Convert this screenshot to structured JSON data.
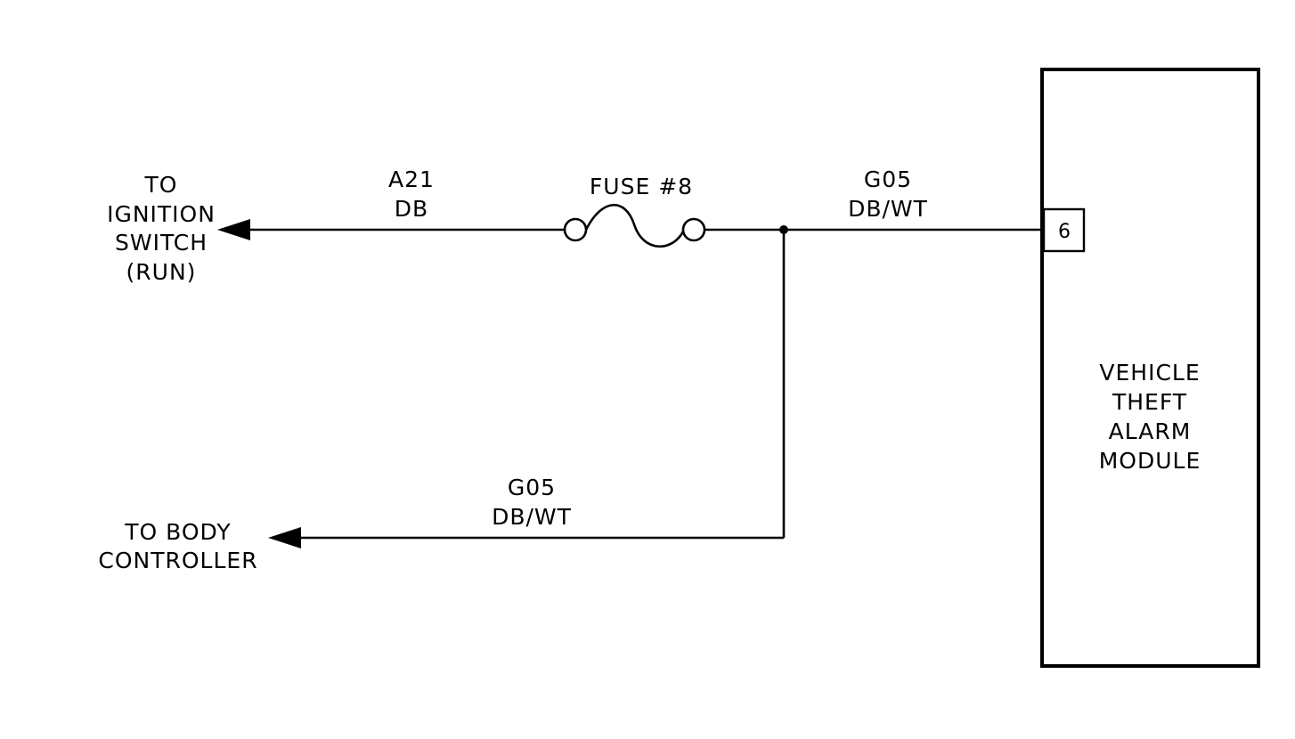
{
  "ignition_destination": {
    "lines": [
      "TO",
      "IGNITION",
      "SWITCH",
      "(RUN)"
    ]
  },
  "wire_a21": {
    "circuit": "A21",
    "color": "DB"
  },
  "fuse": {
    "label": "FUSE #8"
  },
  "wire_g05_module": {
    "circuit": "G05",
    "color": "DB/WT"
  },
  "wire_g05_body": {
    "circuit": "G05",
    "color": "DB/WT"
  },
  "body_destination": {
    "lines": [
      "TO BODY",
      "CONTROLLER"
    ]
  },
  "module": {
    "lines": [
      "VEHICLE",
      "THEFT",
      "ALARM",
      "MODULE"
    ],
    "pin": "6"
  }
}
